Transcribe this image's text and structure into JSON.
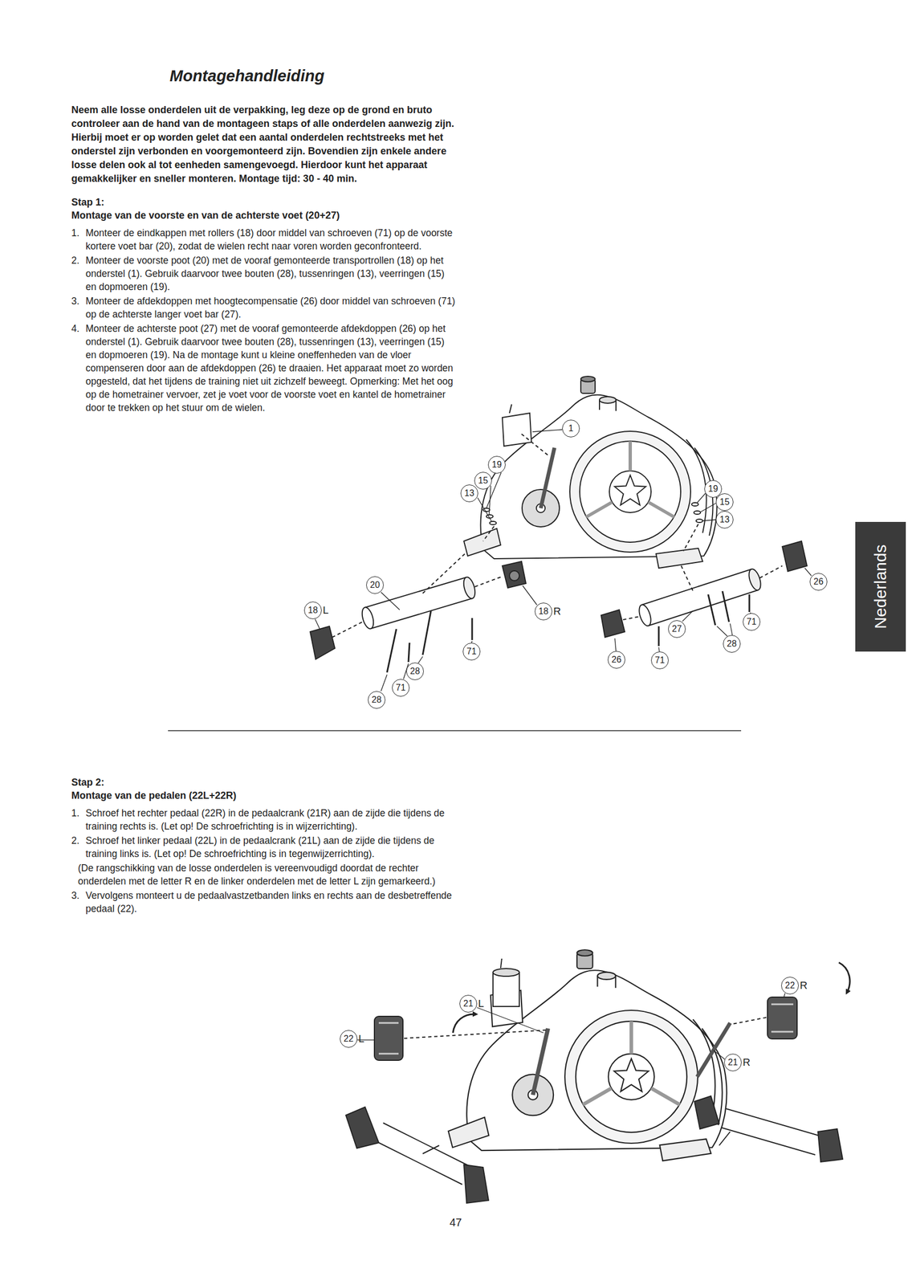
{
  "diagram": {
    "title": "Montagehandleiding",
    "nodes": [
      {
        "text": [
          "1"
        ]
      },
      {
        "text": [
          "19"
        ]
      },
      {
        "text": [
          "15"
        ]
      },
      {
        "text": [
          "19"
        ]
      },
      {
        "text": [
          "13"
        ]
      },
      {
        "text": [
          "15"
        ]
      },
      {
        "text": [
          "13"
        ]
      },
      {
        "text": [
          "26"
        ]
      },
      {
        "text": [
          "20"
        ]
      },
      {
        "text": [
          "18",
          "L"
        ]
      },
      {
        "text": [
          "18",
          "R"
        ]
      },
      {
        "text": [
          "71"
        ]
      },
      {
        "text": [
          "27"
        ]
      },
      {
        "text": [
          "28"
        ]
      },
      {
        "text": [
          "71"
        ]
      },
      {
        "text": [
          "26"
        ]
      },
      {
        "text": [
          "71"
        ]
      },
      {
        "text": [
          "28"
        ]
      },
      {
        "text": [
          "71"
        ]
      },
      {
        "text": [
          "28"
        ]
      },
      {
        "text": [
          "Nederlands"
        ]
      },
      {
        "text": [
          "22",
          "R"
        ]
      },
      {
        "text": [
          "21",
          "L"
        ]
      },
      {
        "text": [
          "22",
          "L"
        ]
      },
      {
        "text": [
          "21",
          "R"
        ]
      }
    ],
    "labels": [
      "Neem alle losse onderdelen uit de verpakking, leg deze op de grond en bruto controleer aan de hand van de montageen staps of alle onderdelen aanwezig zijn. Hierbij moet er op worden gelet dat een aantal onderdelen rechtstreeks met het onderstel zijn verbonden en voorgemonteerd zijn. Bovendien zijn enkele andere losse delen ook al tot eenheden samengevoegd. Hierdoor kunt het apparaat gemakkelijker en sneller monteren. Montage tijd: 30 - 40 min.",
      "Stap 1:",
      "Montage van de voorste en van de achterste voet (20+27)",
      "1.",
      "Monteer de eindkappen met rollers (18) door middel van schroeven (71) op de voorste kortere voet bar (20), zodat de wielen recht naar voren worden geconfronteerd.",
      "2.",
      "Monteer de voorste poot (20) met de vooraf gemonteerde transportrollen (18) op het onderstel (1). Gebruik daarvoor twee bouten (28), tussenringen (13), veerringen (15) en dopmoeren (19).",
      "3.",
      "Monteer de afdekdoppen met hoogtecompensatie (26) door middel van schroeven (71) op de achterste langer voet bar (27).",
      "4.",
      "Monteer de achterste poot (27) met de vooraf gemonteerde afdekdoppen (26) op het onderstel (1). Gebruik daarvoor twee bouten (28), tussenringen (13), veerringen (15) en dopmoeren (19). Na de montage kunt u kleine oneffenheden van de vloer compenseren door aan de afdekdoppen (26) te draaien. Het apparaat moet zo worden opgesteld, dat het tijdens de training niet uit zichzelf beweegt. Opmerking: Met het oog op de hometrainer vervoer, zet je voet voor de voorste voet en kantel de hometrainer door te trekken op het stuur om de wielen.",
      "Stap 2:",
      "Montage van de pedalen (22L+22R)",
      "1.",
      "Schroef het rechter pedaal (22R) in de pedaalcrank (21R) aan de zijde die tijdens de training rechts is. (Let op! De schroefrichting is in wijzerrichting).",
      "2.",
      "Schroef het linker pedaal (22L) in de pedaalcrank (21L) aan de zijde die tijdens de training links is. (Let op! De schroefrichting is in tegenwijzerrichting).",
      "(De rangschikking van de losse onderdelen is vereenvoudigd doordat de rechter onderdelen met de letter R en de linker onderdelen met de letter L zijn gemarkeerd.)",
      "3.",
      "Vervolgens monteert u de pedaalvastzetbanden links en rechts aan de desbetreffende pedaal (22).",
      "47"
    ]
  }
}
